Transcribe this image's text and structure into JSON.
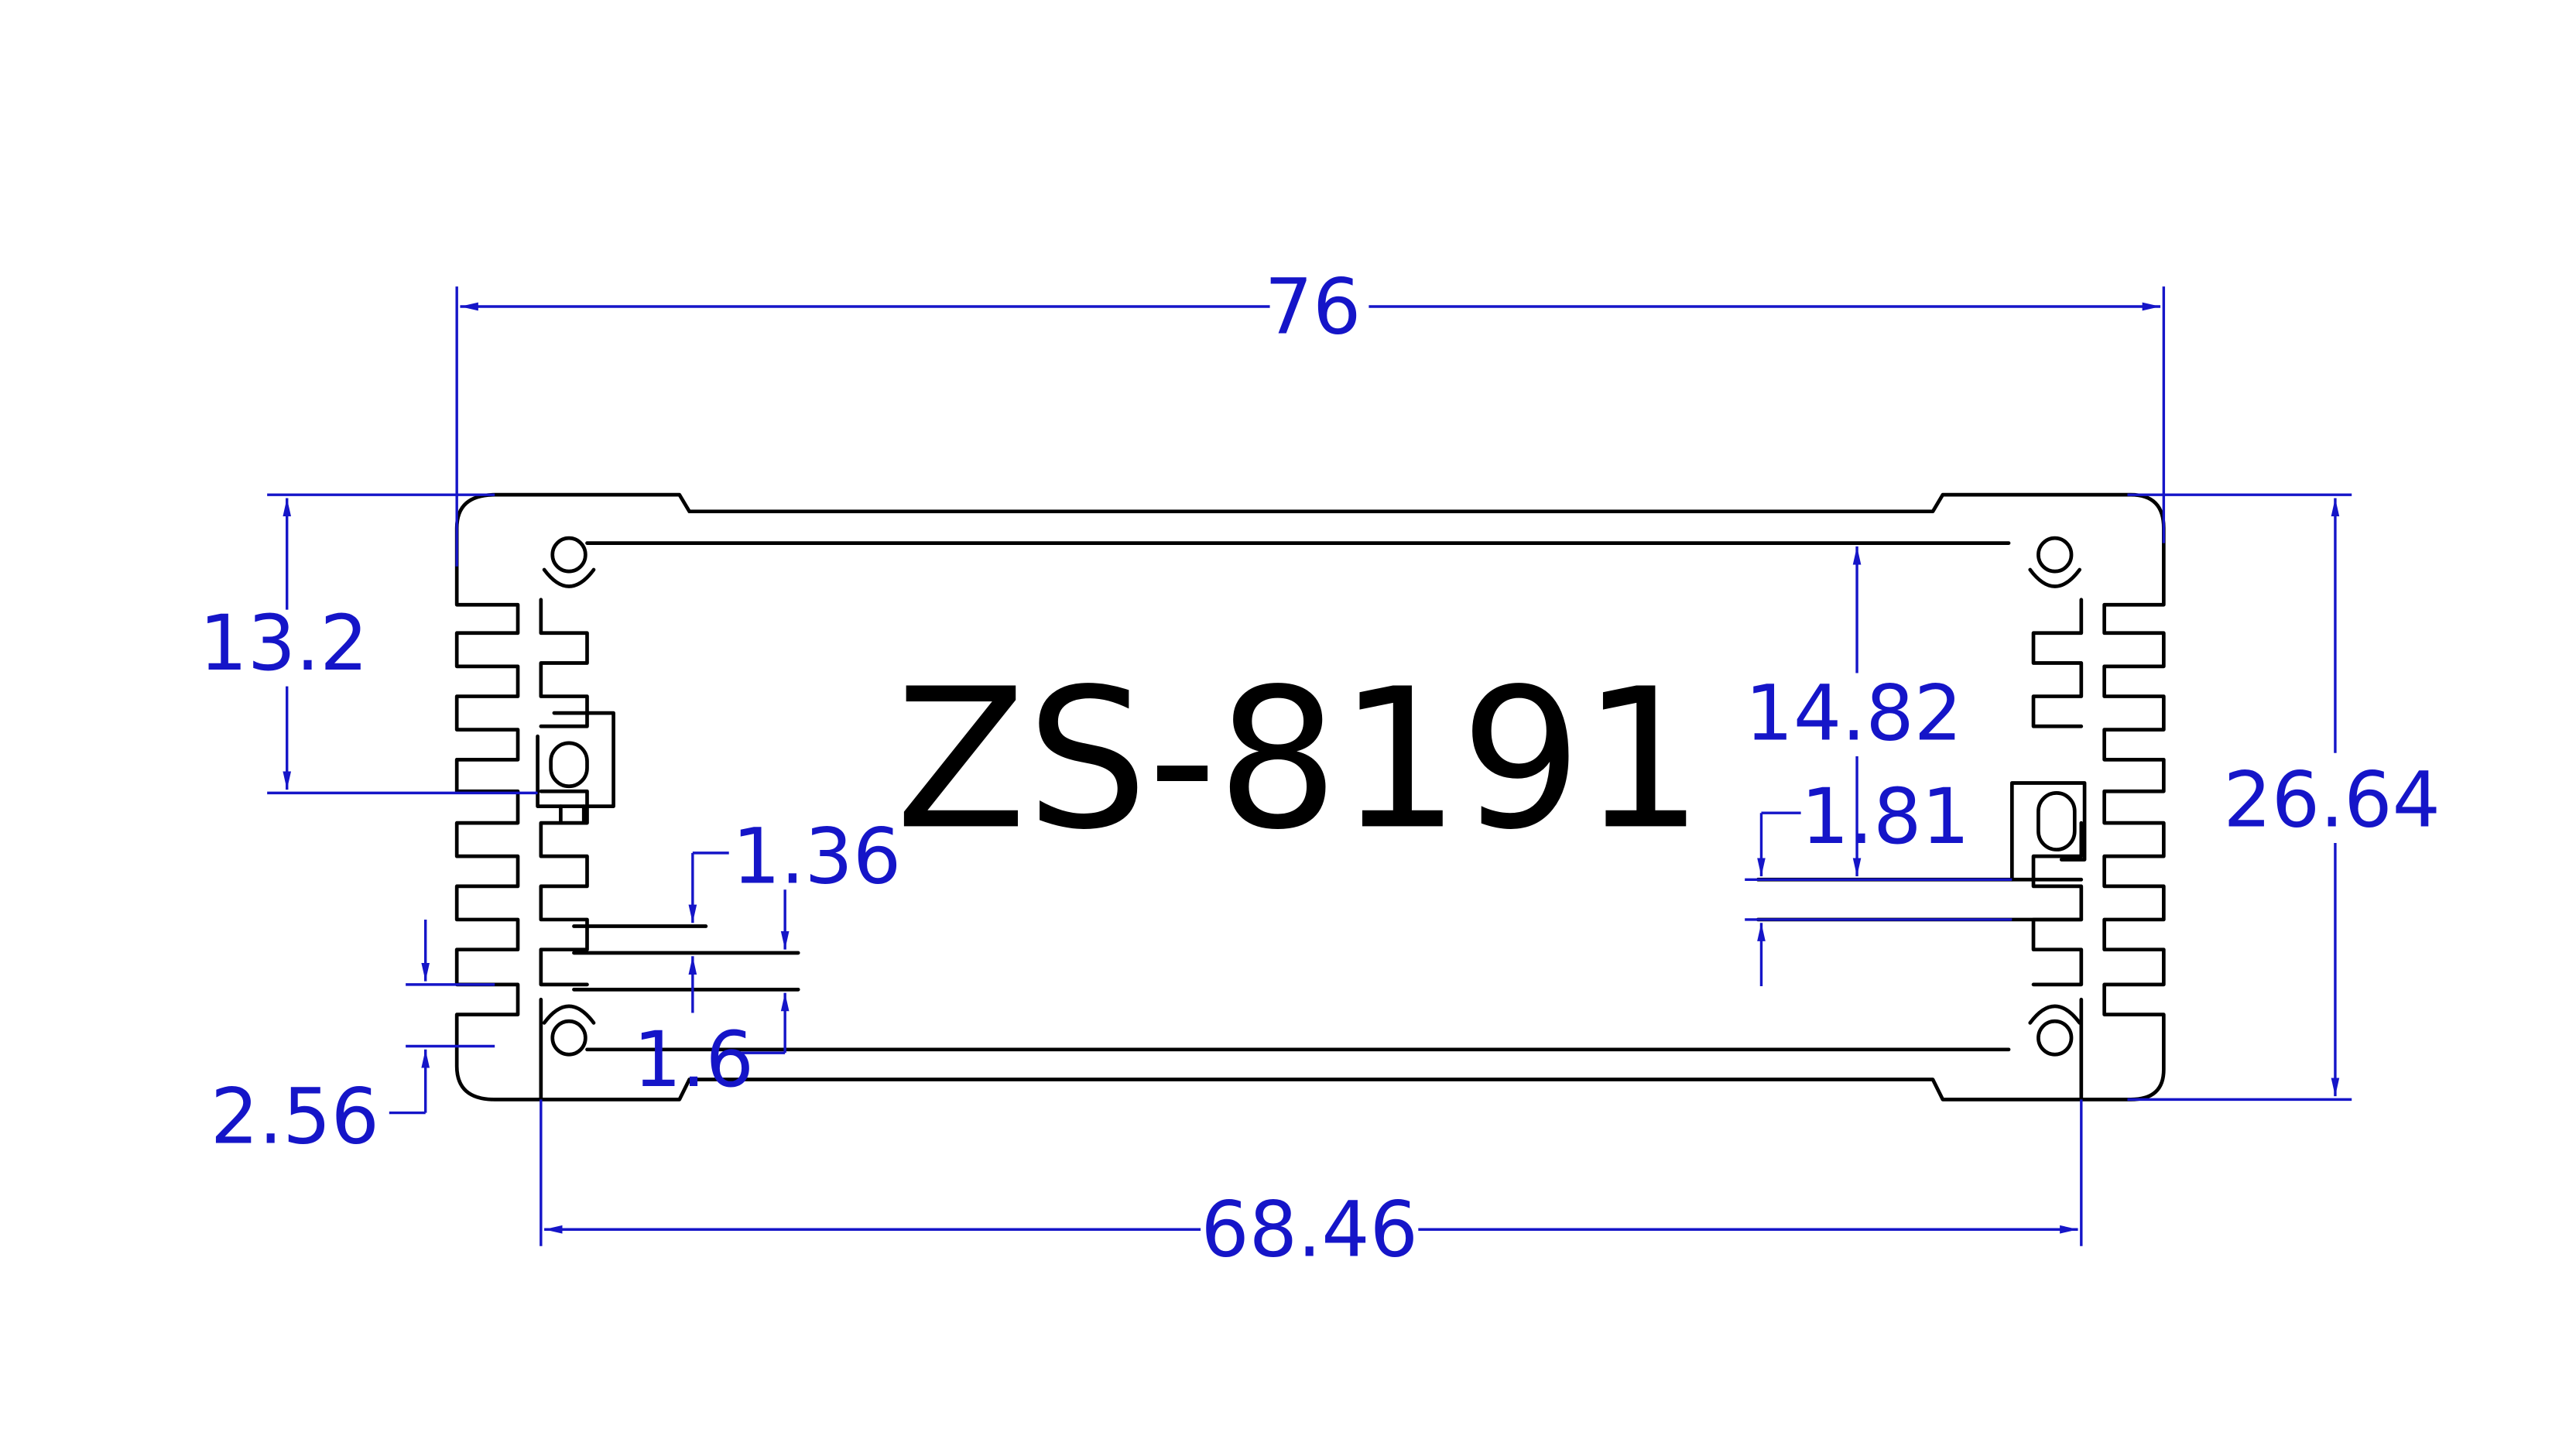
{
  "title": "ZS-8191",
  "colors": {
    "dimension": "#1515c8",
    "outline": "#000000",
    "background": "#ffffff"
  },
  "dimensions": {
    "overall_width": "76",
    "inner_width": "68.46",
    "overall_height": "26.64",
    "left_height": "13.2",
    "right_inner_height": "14.82",
    "slot_small": "1.81",
    "wall_top": "1.36",
    "wall_bottom": "1.6",
    "corner_offset": "2.56"
  }
}
